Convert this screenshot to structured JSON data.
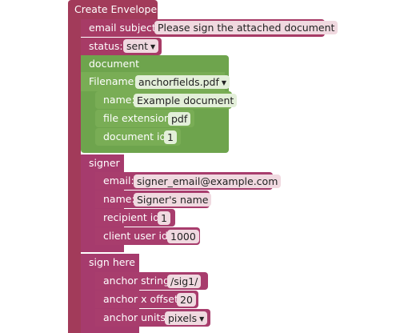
{
  "root": {
    "title": "Create Envelope"
  },
  "envelope": {
    "email_subject_label": "email subject:",
    "email_subject_value": "Please sign the attached document",
    "status_label": "status:",
    "status_value": "sent"
  },
  "document": {
    "title": "document",
    "filename_label": "Filename:",
    "filename_value": "anchorfields.pdf",
    "name_label": "name:",
    "name_value": "Example document",
    "ext_label": "file extension:",
    "ext_value": "pdf",
    "id_label": "document id:",
    "id_value": "1"
  },
  "signer": {
    "title": "signer",
    "email_label": "email:",
    "email_value": "signer_email@example.com",
    "name_label": "name:",
    "name_value": "Signer's name",
    "recipient_label": "recipient id:",
    "recipient_value": "1",
    "client_label": "client user id:",
    "client_value": "1000"
  },
  "sign_here": {
    "title": "sign here",
    "anchor_string_label": "anchor string:",
    "anchor_string_value": "/sig1/",
    "x_offset_label": "anchor x offset:",
    "x_offset_value": "20",
    "units_label": "anchor units:",
    "units_value": "pixels"
  },
  "colors": {
    "root": "#a23b5a",
    "document": "#6ea44d",
    "signer": "#a63b6d",
    "field_bg": "#f0d9e0"
  }
}
